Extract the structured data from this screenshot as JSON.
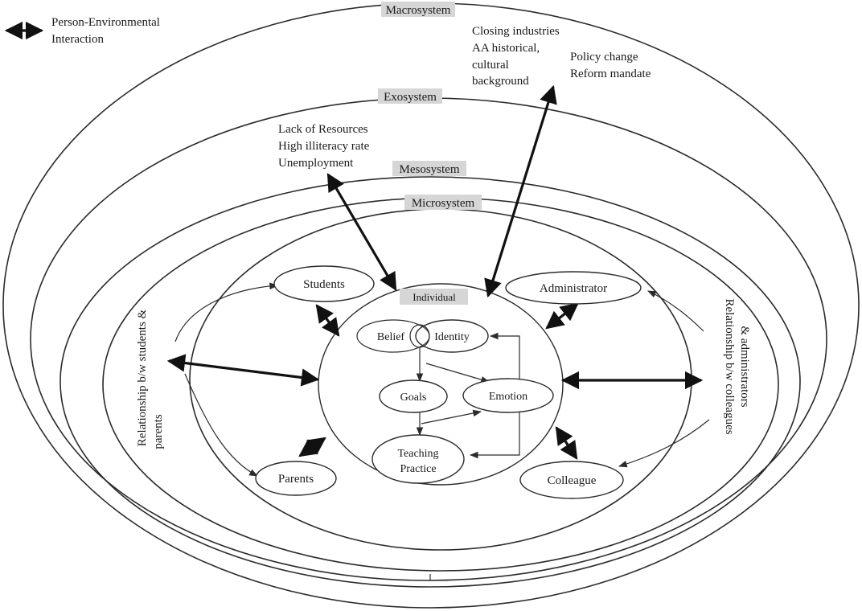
{
  "legend": {
    "text_line1": "Person-Environmental",
    "text_line2": "Interaction"
  },
  "systems": {
    "macrosystem": "Macrosystem",
    "exosystem": "Exosystem",
    "mesosystem": "Mesosystem",
    "microsystem": "Microsystem",
    "individual": "Individual"
  },
  "macro_factors": {
    "left": [
      "Closing industries",
      "AA historical,",
      "cultural",
      "background"
    ],
    "right": [
      "Policy change",
      "Reform mandate"
    ]
  },
  "exo_factors": [
    "Lack of Resources",
    "High illiteracy rate",
    "Unemployment"
  ],
  "micro_nodes": {
    "students": "Students",
    "parents": "Parents",
    "administrator": "Administrator",
    "colleague": "Colleague"
  },
  "individual_nodes": {
    "belief": "Belief",
    "identity": "Identity",
    "goals": "Goals",
    "emotion": "Emotion",
    "teaching_line1": "Teaching",
    "teaching_line2": "Practice"
  },
  "meso_relations": {
    "left": [
      "Relationship b/w students &",
      "parents"
    ],
    "right": [
      "Relationship b/w colleagues",
      "& administrators"
    ]
  }
}
